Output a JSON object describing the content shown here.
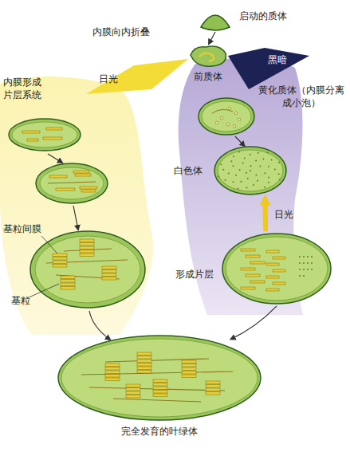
{
  "diagram": {
    "nodes": [
      {
        "text": [
          "启动的质体"
        ]
      },
      {
        "text": [
          "前质体"
        ]
      },
      {
        "text": [
          "内膜形成片层系统"
        ]
      },
      {
        "text": [
          "黄化质体（内膜分离成小泡）"
        ]
      },
      {
        "text": [
          "白色体"
        ]
      },
      {
        "text": [
          "形成片层"
        ]
      },
      {
        "text": [
          "完全发育的叶绿体"
        ]
      }
    ],
    "edges": [
      {
        "from": 0,
        "to": 1,
        "arrow": "to"
      },
      {
        "from": 3,
        "to": 4,
        "arrow": "to"
      },
      {
        "from": 5,
        "to": 4,
        "label": "日光",
        "arrow": "to"
      },
      {
        "from": 5,
        "to": 6,
        "arrow": "to"
      }
    ],
    "labels": [
      "内膜向内折叠",
      "日光",
      "黑暗",
      "基粒间膜",
      "基粒"
    ]
  }
}
